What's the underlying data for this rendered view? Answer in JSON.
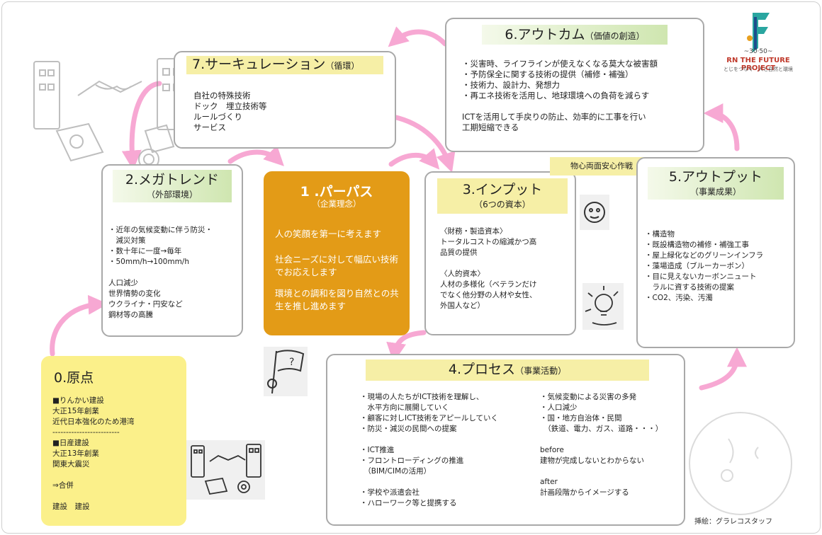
{
  "purpose": {
    "title": "1 .パーパス",
    "subtitle": "（企業理念）",
    "lines": [
      "人の笑顔を第一に考えます",
      "社会ニーズに対して幅広い技術でお応えします",
      "環境との調和を図り自然との共生を推し進めます"
    ]
  },
  "megatrend": {
    "title": "2.メガトレンド",
    "subtitle": "（外部環境）",
    "body": "・近年の気候変動に伴う防災・\n　減災対策\n・数十年に一度→毎年\n・50mm/h→100mm/h\n\n人口減少\n世界情勢の変化\nウクライナ・円安など\n鋼材等の高騰"
  },
  "input": {
    "title": "3.インプット",
    "subtitle": "（6つの資本）",
    "body": "〈財務・製造資本〉\nトータルコストの縮減かつ高\n品質の提供\n\n〈人的資本〉\n人材の多様化（ベテランだけ\nでなく他分野の人材や女性、\n外国人など）"
  },
  "process": {
    "title": "4.プロセス",
    "subtitle": "（事業活動）",
    "left": "・現場の人たちがICT技術を理解し、\n　水平方向に展開していく\n・顧客に対しICT技術をアピールしていく\n・防災・減災の民間への提案\n\n・ICT推進\n・フロントローディングの推進\n　（BIM/CIMの活用）\n\n・学校や派遣会社\n・ハローワーク等と提携する",
    "right": "・気候変動による災害の多発\n・人口減少\n・国・地方自治体・民間\n　（鉄道、電力、ガス、道路・・・）\n\nbefore\n建物が完成しないとわからない\n\nafter\n計画段階からイメージする"
  },
  "output": {
    "title": "5.アウトプット",
    "subtitle": "（事業成果）",
    "body": "・構造物\n・既設構造物の補修・補強工事\n・屋上緑化などのグリーンインフラ\n・藻場造成（ブルーカーボン）\n・目に見えないカーボンニュート\n　ラルに資する技術の提案\n・CO2、汚染、汚濁"
  },
  "outcome": {
    "title": "6.アウトカム",
    "subtitle": "（価値の創造）",
    "body": "・災害時、ライフラインが使えなくなる莫大な被害額\n・予防保全に関する技術の提供（補修・補強）\n・技術力、設計力、発想力\n・再エネ技術を活用し、地球環境への負荷を減らす\n\nICTを活用して手戻りの防止、効率的に工事を行い\n工期短縮できる"
  },
  "circulation": {
    "title": "7.サーキュレーション",
    "subtitle": "（循環）",
    "body": "自社の特殊技術\nドック　埋立技術等\nルールづくり\nサービス"
  },
  "origin": {
    "title": "0.原点",
    "body": "■りんかい建設\n大正15年創業\n近代日本強化のため港湾\n-------------------------\n■日産建設\n大正13年創業\n関東大震災\n\n⇒合併\n\n建設　建設"
  },
  "tag": "物心両面安心作戦",
  "logo": {
    "number": "~30·50~",
    "name": "RN THE FUTURE PROJECT",
    "tagline": "とじをつなぐ　人と自然と環境"
  },
  "credit": "挿絵：グラレコスタッフ",
  "colors": {
    "purpose": "#e39b17",
    "arrow": "#f7a8d3",
    "header_yellow": "#f6efa6",
    "header_green": "#cfe6b0",
    "origin_bg": "#fbf08a"
  }
}
